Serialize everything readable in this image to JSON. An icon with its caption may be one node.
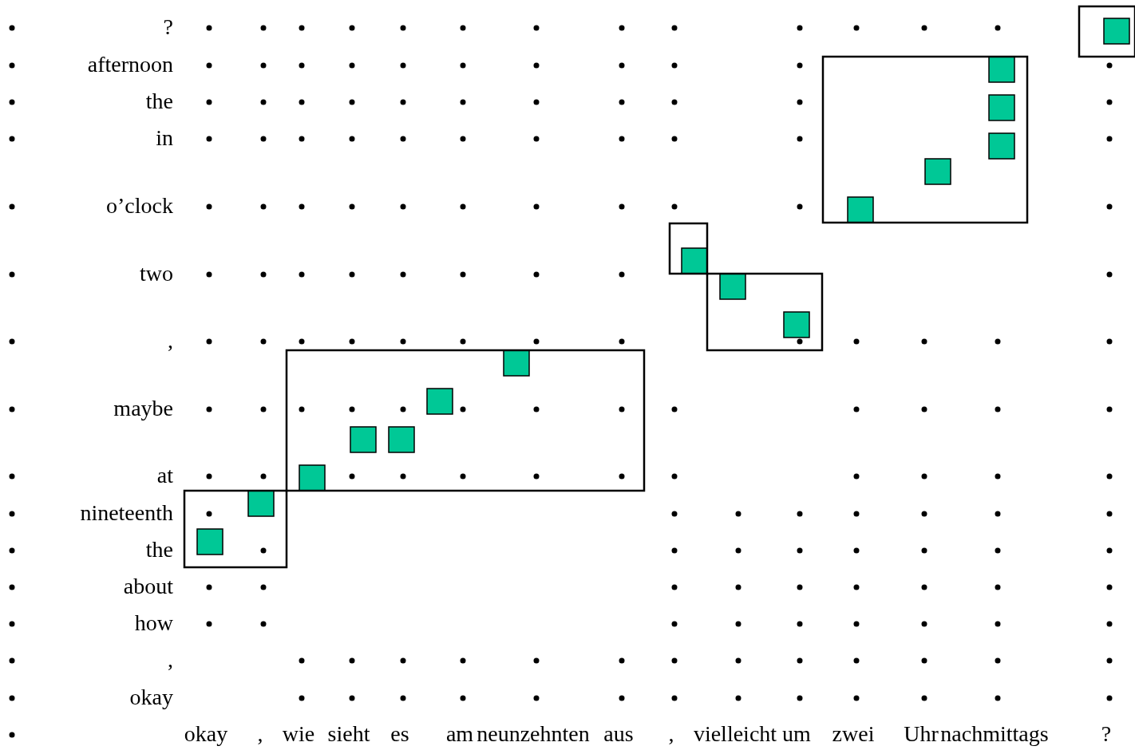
{
  "diagram": {
    "labels": [
      "?",
      "afternoon",
      "the",
      "in",
      "o’clock",
      "two",
      ",",
      "maybe",
      "at",
      "nineteenth",
      "the",
      "about",
      "how",
      ",",
      "okay",
      "okay",
      ",",
      "wie",
      "sieht",
      "es",
      "am",
      "neunzehnten",
      "aus",
      ",",
      "vielleicht",
      "um",
      "zwei",
      "Uhr",
      "nachmittags",
      "?"
    ]
  }
}
